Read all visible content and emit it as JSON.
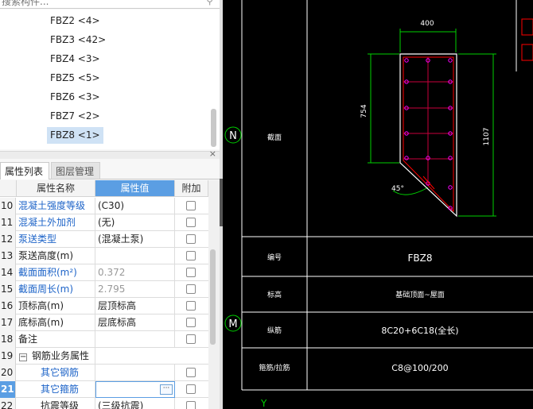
{
  "search": {
    "placeholder": "搜索构件..."
  },
  "tree": {
    "items": [
      {
        "label": "FBZ2 <4>"
      },
      {
        "label": "FBZ3 <42>"
      },
      {
        "label": "FBZ4 <3>"
      },
      {
        "label": "FBZ5 <5>"
      },
      {
        "label": "FBZ6 <3>"
      },
      {
        "label": "FBZ7 <2>"
      },
      {
        "label": "FBZ8 <1>"
      }
    ],
    "selected_index": 6
  },
  "panel": {
    "close_glyph": "×",
    "tabs": [
      {
        "label": "属性列表",
        "active": true
      },
      {
        "label": "图层管理",
        "active": false
      }
    ]
  },
  "grid": {
    "headers": {
      "name": "属性名称",
      "value": "属性值",
      "extra": "附加"
    },
    "rows": [
      {
        "num": "10",
        "name": "混凝土强度等级",
        "value": "(C30)",
        "name_blue": true
      },
      {
        "num": "11",
        "name": "混凝土外加剂",
        "value": "(无)",
        "name_blue": true
      },
      {
        "num": "12",
        "name": "泵送类型",
        "value": "(混凝土泵)",
        "name_blue": true
      },
      {
        "num": "13",
        "name": "泵送高度(m)",
        "value": ""
      },
      {
        "num": "14",
        "name": "截面面积(m²)",
        "value": "0.372",
        "name_blue": true,
        "value_gray": true
      },
      {
        "num": "15",
        "name": "截面周长(m)",
        "value": "2.795",
        "name_blue": true,
        "value_gray": true
      },
      {
        "num": "16",
        "name": "顶标高(m)",
        "value": "层顶标高"
      },
      {
        "num": "17",
        "name": "底标高(m)",
        "value": "层底标高"
      },
      {
        "num": "18",
        "name": "备注",
        "value": ""
      },
      {
        "num": "19",
        "name": "钢筋业务属性",
        "value": "",
        "group": true
      },
      {
        "num": "20",
        "name": "其它钢筋",
        "value": "",
        "name_blue": true,
        "indent": true
      },
      {
        "num": "21",
        "name": "其它箍筋",
        "value": "",
        "name_blue": true,
        "indent": true,
        "current": true,
        "editing": true
      },
      {
        "num": "22",
        "name": "抗震等级",
        "value": "(三级抗震)",
        "indent": true
      }
    ]
  },
  "cad": {
    "compass_n": "N",
    "compass_m": "M",
    "axis_y": "Y",
    "dim_width": "400",
    "dim_left": "754",
    "dim_right": "1107",
    "angle": "45°",
    "section_label": "截面",
    "rows": [
      {
        "label": "编号",
        "value": "FBZ8"
      },
      {
        "label": "标高",
        "value": "基础顶面~屋面"
      },
      {
        "label": "纵筋",
        "value": "8C20+6C18(全长)"
      },
      {
        "label": "箍筋/拉筋",
        "value": "C8@100/200"
      }
    ],
    "colors": {
      "line": "#ffffff",
      "dim": "#00d000",
      "outline": "#ff0000",
      "rebar": "#c8003c",
      "dots": "#ff00ff"
    }
  }
}
